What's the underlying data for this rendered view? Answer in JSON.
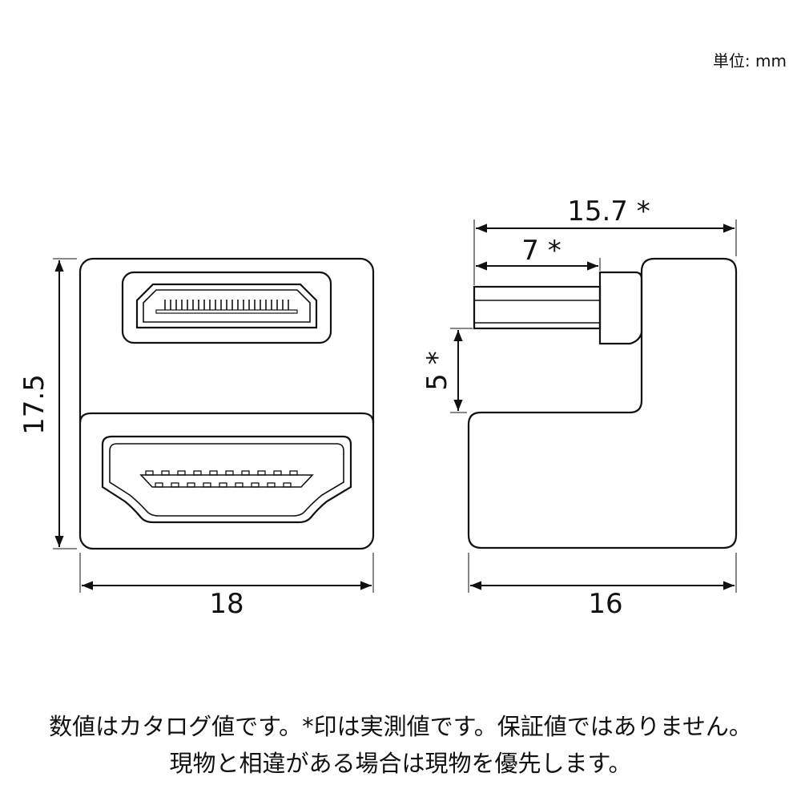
{
  "unit_label": "単位: mm",
  "dimensions": {
    "front_height": "17.5",
    "front_width": "18",
    "side_total_length": "15.7 *",
    "side_plug_length": "7 *",
    "side_offset": "5 *",
    "side_width": "16"
  },
  "note": {
    "line1": "数値はカタログ値です。*印は実測値です。保証値ではありません。",
    "line2": "現物と相違がある場合は現物を優先します。"
  },
  "colors": {
    "stroke": "#111111",
    "background": "#ffffff"
  },
  "icons": [
    "arrowhead"
  ]
}
